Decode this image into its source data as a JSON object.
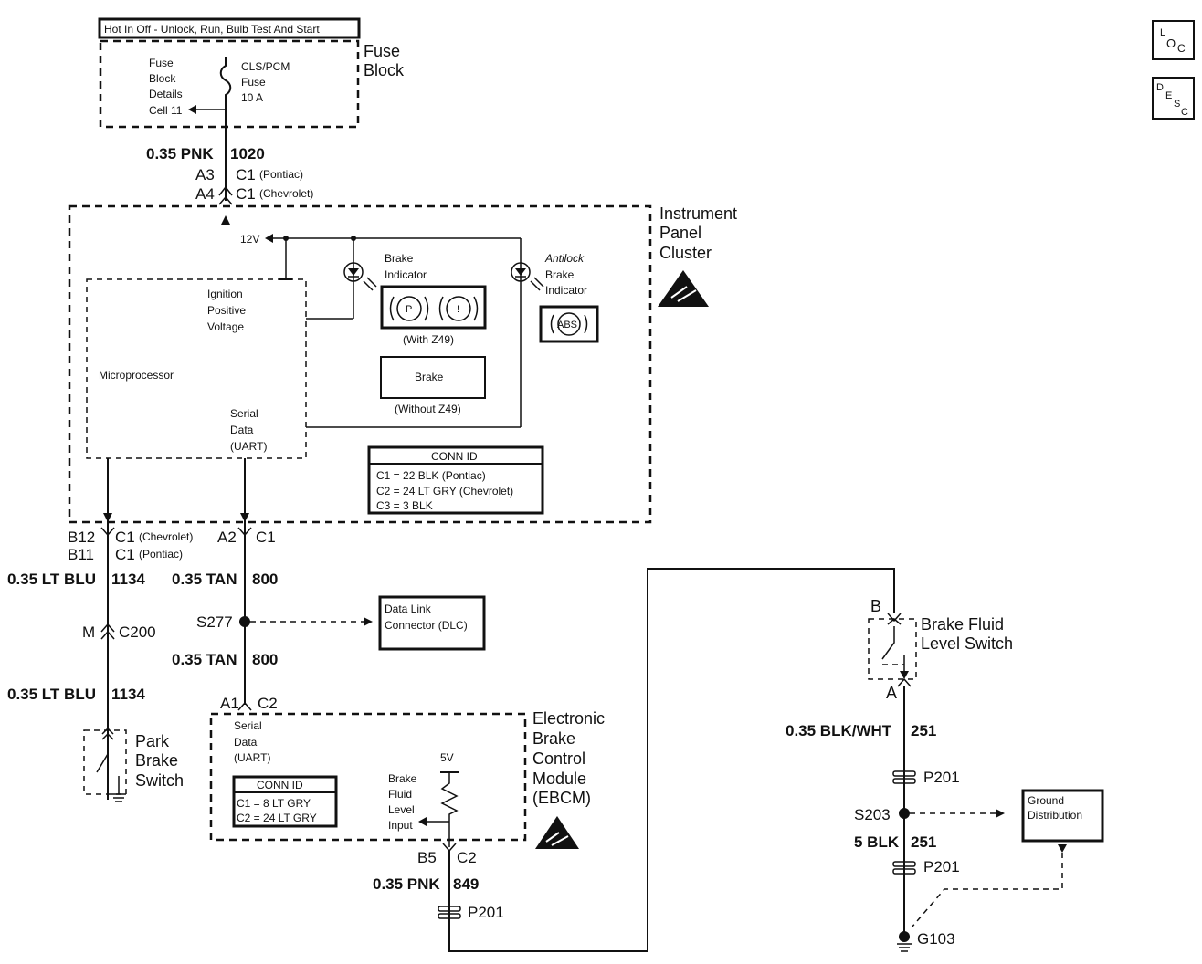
{
  "header": {
    "hot_label": "Hot In Off - Unlock, Run, Bulb Test And Start"
  },
  "icons": {
    "loc": {
      "a": "L",
      "b": "O",
      "c": "C"
    },
    "desc": {
      "a": "D",
      "b": "E",
      "c": "S",
      "d": "C"
    }
  },
  "fuse_block": {
    "title_1": "Fuse",
    "title_2": "Block",
    "details": [
      "Fuse",
      "Block",
      "Details",
      "Cell 11"
    ],
    "fuse": [
      "CLS/PCM",
      "Fuse",
      "10 A"
    ]
  },
  "wire_1020": {
    "gauge": "0.35 PNK",
    "circuit": "1020"
  },
  "conn_ipc_top": {
    "pin_1": "A3",
    "conn_1": "C1",
    "note_1": "(Pontiac)",
    "pin_2": "A4",
    "conn_2": "C1",
    "note_2": "(Chevrolet)"
  },
  "ipc": {
    "title": [
      "Instrument",
      "Panel",
      "Cluster"
    ],
    "v12": "12V",
    "ignition": [
      "Ignition",
      "Positive",
      "Voltage"
    ],
    "microprocessor": "Microprocessor",
    "serial": [
      "Serial",
      "Data",
      "(UART)"
    ],
    "brake_indicator": [
      "Brake",
      "Indicator"
    ],
    "p_symbol": "P",
    "i_symbol": "!",
    "with_z49": "(With Z49)",
    "brake_label": "Brake",
    "without_z49": "(Without Z49)",
    "antilock": [
      "Antilock",
      "Brake",
      "Indicator"
    ],
    "abs": "ABS",
    "conn_id": {
      "title": "CONN ID",
      "rows": [
        "C1 = 22 BLK (Pontiac)",
        "C2 = 24 LT GRY (Chevrolet)",
        "C3 = 3 BLK"
      ]
    }
  },
  "left_branch": {
    "pin_a": "B12",
    "conn_a": "C1",
    "note_a": "(Chevrolet)",
    "pin_b": "B11",
    "conn_b": "C1",
    "note_b": "(Pontiac)",
    "wire_1": {
      "gauge": "0.35 LT BLU",
      "circuit": "1134"
    },
    "c200_pin": "M",
    "c200": "C200",
    "wire_2": {
      "gauge": "0.35 LT BLU",
      "circuit": "1134"
    },
    "switch": [
      "Park",
      "Brake",
      "Switch"
    ]
  },
  "mid_branch": {
    "pin": "A2",
    "conn": "C1",
    "wire_1": {
      "gauge": "0.35 TAN",
      "circuit": "800"
    },
    "splice": "S277",
    "dlc": [
      "Data Link",
      "Connector (DLC)"
    ],
    "wire_2": {
      "gauge": "0.35 TAN",
      "circuit": "800"
    },
    "pin_c2": "A1",
    "conn_c2": "C2"
  },
  "ebcm": {
    "title": [
      "Electronic",
      "Brake",
      "Control",
      "Module",
      "(EBCM)"
    ],
    "serial": [
      "Serial",
      "Data",
      "(UART)"
    ],
    "conn_id": {
      "title": "CONN ID",
      "rows": [
        "C1 = 8 LT GRY",
        "C2 = 24 LT GRY"
      ]
    },
    "fluid_input": [
      "Brake",
      "Fluid",
      "Level",
      "Input"
    ],
    "v5": "5V",
    "pin": "B5",
    "conn": "C2",
    "wire": {
      "gauge": "0.35 PNK",
      "circuit": "849"
    },
    "p201": "P201"
  },
  "right_branch": {
    "pin_b": "B",
    "switch": [
      "Brake Fluid",
      "Level Switch"
    ],
    "pin_a": "A",
    "wire_1": {
      "gauge": "0.35 BLK/WHT",
      "circuit": "251"
    },
    "p201_a": "P201",
    "splice": "S203",
    "ground_dist": [
      "Ground",
      "Distribution"
    ],
    "wire_2": {
      "gauge": "5 BLK",
      "circuit": "251"
    },
    "p201_b": "P201",
    "ground": "G103"
  }
}
